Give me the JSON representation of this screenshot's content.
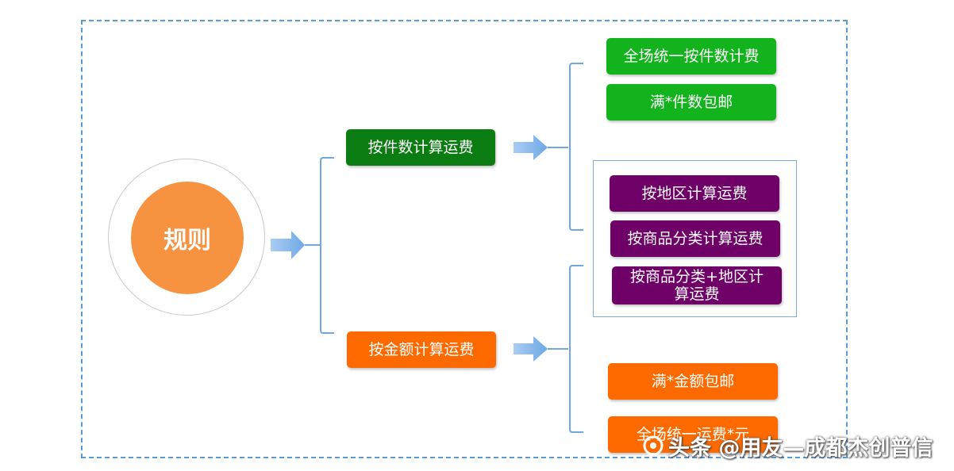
{
  "root": {
    "label": "规则"
  },
  "branches": [
    {
      "label": "按件数计算运费",
      "children": [
        "全场统一按件数计费",
        "满*件数包邮"
      ]
    },
    {
      "label": "按金额计算运费",
      "children": [
        "满*金额包邮",
        "全场统一运费*元"
      ]
    }
  ],
  "shared_group": [
    "按地区计算运费",
    "按商品分类计算运费",
    "按商品分类+地区计算运费"
  ],
  "watermark": {
    "text": "头条 @用友—成都杰创普信"
  },
  "colors": {
    "root": "#f79240",
    "branch_count": "#0b7c12",
    "child_count": "#12b31c",
    "branch_amount": "#ff6a00",
    "shared": "#6e0068",
    "connector": "#6fa8dc",
    "arrow": "#7fb3ea"
  }
}
